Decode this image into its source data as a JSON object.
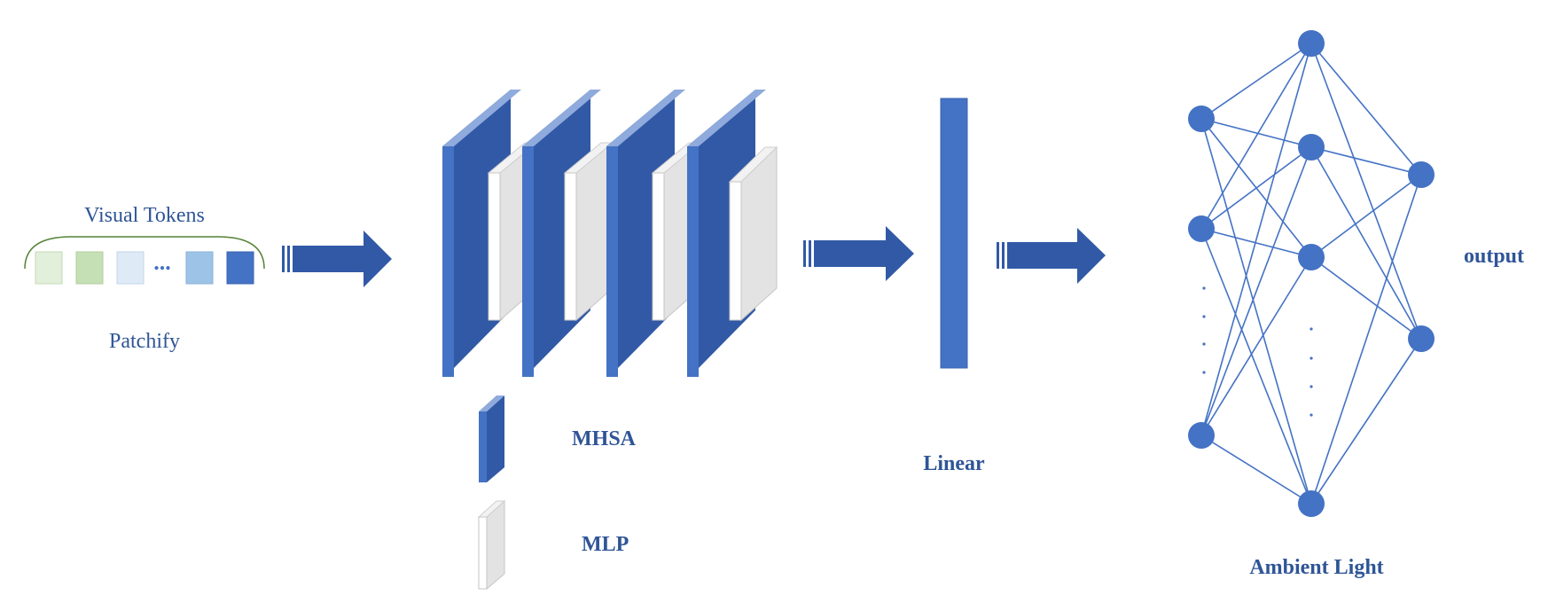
{
  "labels": {
    "visual_tokens": "Visual Tokens",
    "patchify": "Patchify",
    "ellipsis": "...",
    "mhsa": "MHSA",
    "mlp": "MLP",
    "linear": "Linear",
    "output": "output",
    "ambient_light": "Ambient Light"
  },
  "colors": {
    "blue_dark": "#3159a6",
    "blue_mid": "#4472c4",
    "blue_light": "#8faadc",
    "node_blue": "#4472c4",
    "label_blue": "#2f5597",
    "bracket_green": "#548235",
    "white_block": "#ffffff",
    "grey_block": "#e3e3e3",
    "token_1": "#e2efda",
    "token_2": "#c5e0b4",
    "token_3": "#deebf7",
    "token_4": "#9dc3e6",
    "token_5": "#4472c4"
  }
}
